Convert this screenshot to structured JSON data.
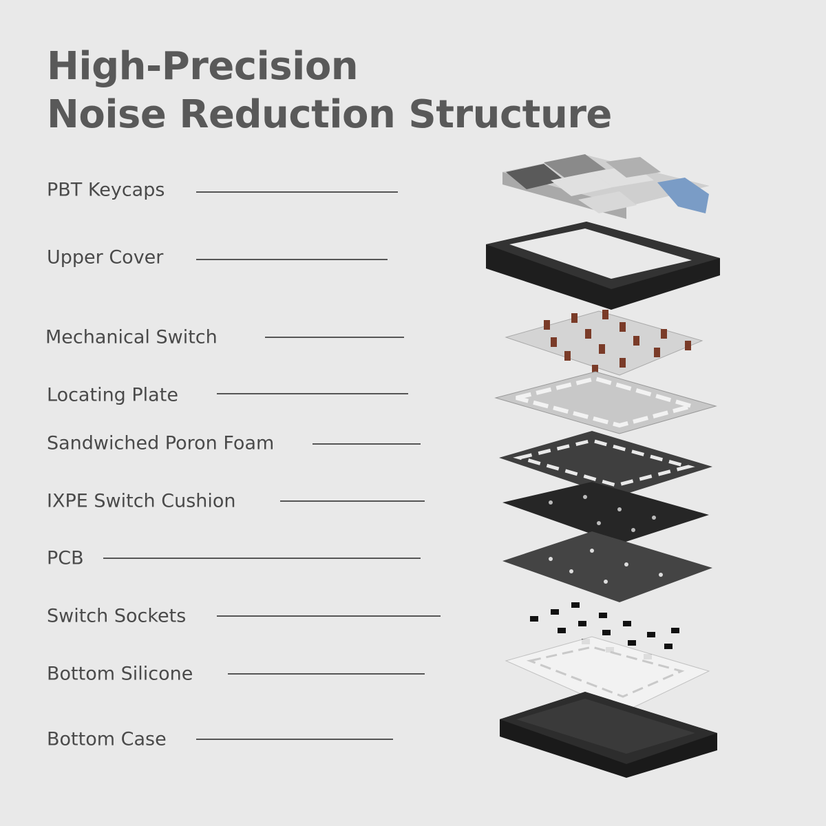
{
  "title": {
    "line1": "High-Precision",
    "line2": "Noise Reduction Structure"
  },
  "layers": [
    {
      "label": "PBT Keycaps"
    },
    {
      "label": "Upper Cover"
    },
    {
      "label": "Mechanical Switch"
    },
    {
      "label": "Locating Plate"
    },
    {
      "label": "Sandwiched Poron Foam"
    },
    {
      "label": "IXPE Switch Cushion"
    },
    {
      "label": "PCB"
    },
    {
      "label": "Switch Sockets"
    },
    {
      "label": "Bottom Silicone"
    },
    {
      "label": "Bottom Case"
    }
  ],
  "colors": {
    "background": "#e9e9e9",
    "title": "#595959",
    "label": "#4a4a4a",
    "accent_keycap": "#7a9cc6",
    "switch_stem": "#7a3b28"
  }
}
